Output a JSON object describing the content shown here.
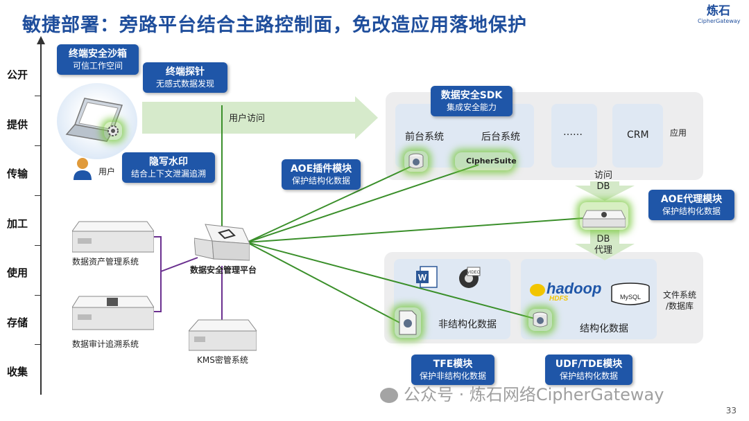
{
  "title": "敏捷部署：旁路平台结合主路控制面，免改造应用落地保护",
  "logo": {
    "cn": "炼石",
    "en": "CipherGateway"
  },
  "axis": [
    "公开",
    "提供",
    "传输",
    "加工",
    "使用",
    "存储",
    "收集"
  ],
  "callouts": {
    "sandbox": {
      "h": "终端安全沙箱",
      "s": "可信工作空间"
    },
    "probe": {
      "h": "终端探针",
      "s": "无感式数据发现"
    },
    "watermark": {
      "h": "隐写水印",
      "s": "结合上下文泄漏追溯"
    },
    "sdk": {
      "h": "数据安全SDK",
      "s": "集成安全能力"
    },
    "aoe_plugin": {
      "h": "AOE插件模块",
      "s": "保护结构化数据"
    },
    "aoe_proxy": {
      "h": "AOE代理模块",
      "s": "保护结构化数据"
    },
    "tfe": {
      "h": "TFE模块",
      "s": "保护非结构化数据"
    },
    "udf": {
      "h": "UDF/TDE模块",
      "s": "保护结构化数据"
    }
  },
  "user_label": "用户",
  "user_access": "用户访问",
  "apps": {
    "front": "前台系统",
    "back": "后台系统",
    "more": "……",
    "crm": "CRM",
    "label": "应用"
  },
  "ciphersuite": "CipherSuite",
  "access_db": {
    "line1": "访问",
    "line2": "DB"
  },
  "db_proxy": {
    "line1": "DB",
    "line2": "代理"
  },
  "storage": {
    "unstructured": "非结构化数据",
    "structured": "结构化数据",
    "label_line1": "文件系统",
    "label_line2": "/数据库"
  },
  "logos": {
    "hadoop": "hadoop",
    "hdfs": "HDFS",
    "mysql": "MySQL",
    "video": "VIDEO"
  },
  "devices": {
    "asset": "数据资产管理系统",
    "audit": "数据审计追溯系统",
    "platform": "数据安全管理平台",
    "kms": "KMS密管系统"
  },
  "watermark_text": "公众号 · 炼石网络CipherGateway",
  "page_number": "33"
}
